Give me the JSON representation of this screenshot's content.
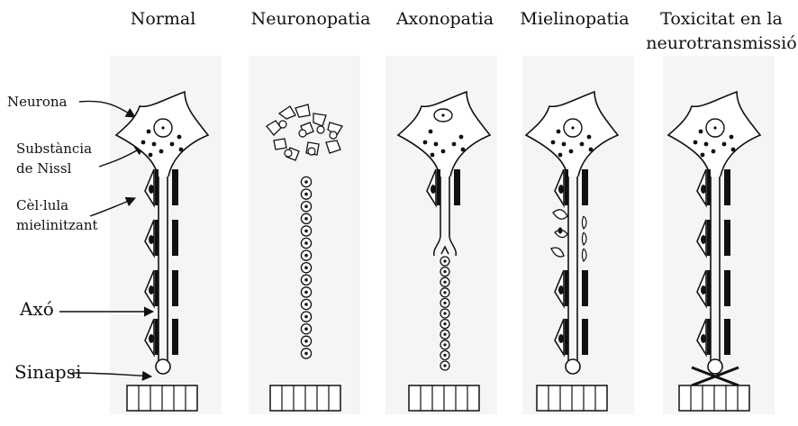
{
  "columns": [
    {
      "id": "normal",
      "title_lines": [
        "Normal"
      ]
    },
    {
      "id": "neuronopatia",
      "title_lines": [
        "Neuronopatia"
      ]
    },
    {
      "id": "axonopatia",
      "title_lines": [
        "Axonopatia"
      ]
    },
    {
      "id": "mielinopatia",
      "title_lines": [
        "Mielinopatia"
      ]
    },
    {
      "id": "toxicitat",
      "title_lines": [
        "Toxicitat en la",
        "neurotransmissió"
      ]
    }
  ],
  "labels": {
    "neurona": "Neurona",
    "nissl": [
      "Substància",
      "de Nissl"
    ],
    "cellula": [
      "Cèl·lula",
      "mielinitzant"
    ],
    "axo": "Axó",
    "sinapsi": "Sinapsi"
  }
}
